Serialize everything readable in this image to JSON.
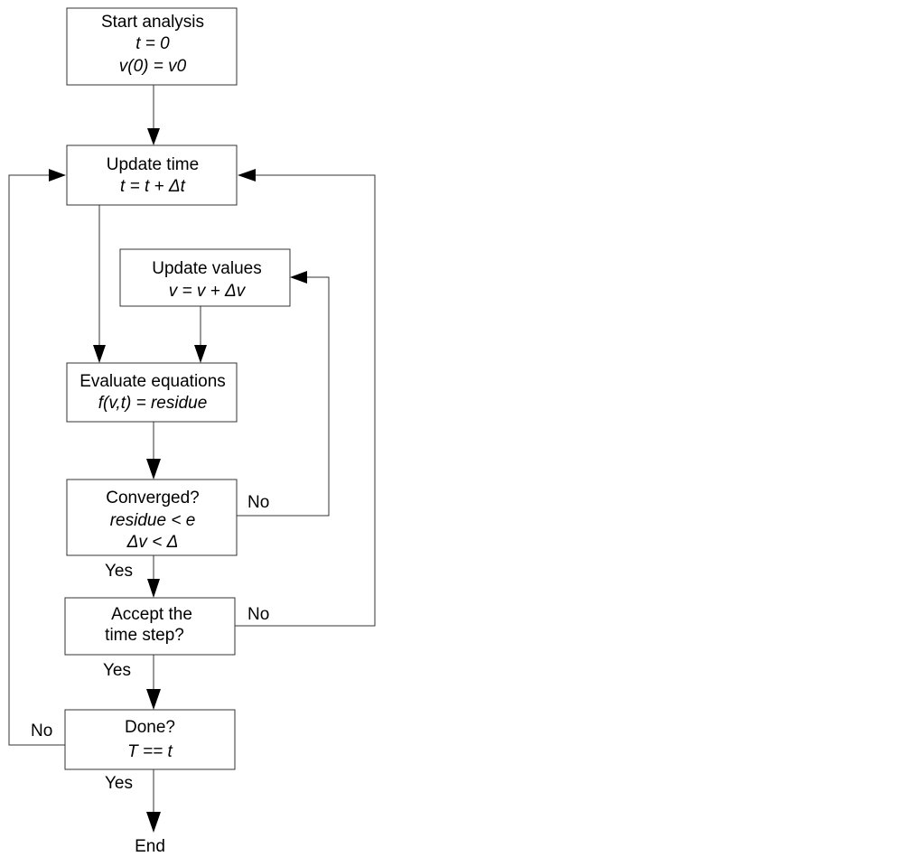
{
  "nodes": {
    "start": {
      "title": "Start analysis",
      "line1": "t = 0",
      "line2": "v(0) = v0"
    },
    "update_time": {
      "title": "Update time",
      "formula": "t = t +  Δt"
    },
    "update_values": {
      "title": "Update values",
      "formula": "v = v +  Δv"
    },
    "evaluate": {
      "title": "Evaluate equations",
      "formula": "f(v,t) = residue"
    },
    "converged": {
      "title": "Converged?",
      "line1": "residue <  e",
      "line2": "Δv  <  Δ"
    },
    "accept": {
      "title_line1": "Accept the",
      "title_line2": "time step?"
    },
    "done": {
      "title": "Done?",
      "formula": "T == t"
    },
    "end": {
      "label": "End"
    }
  },
  "edge_labels": {
    "converged_no": "No",
    "converged_yes": "Yes",
    "accept_no": "No",
    "accept_yes": "Yes",
    "done_no": "No",
    "done_yes": "Yes"
  }
}
